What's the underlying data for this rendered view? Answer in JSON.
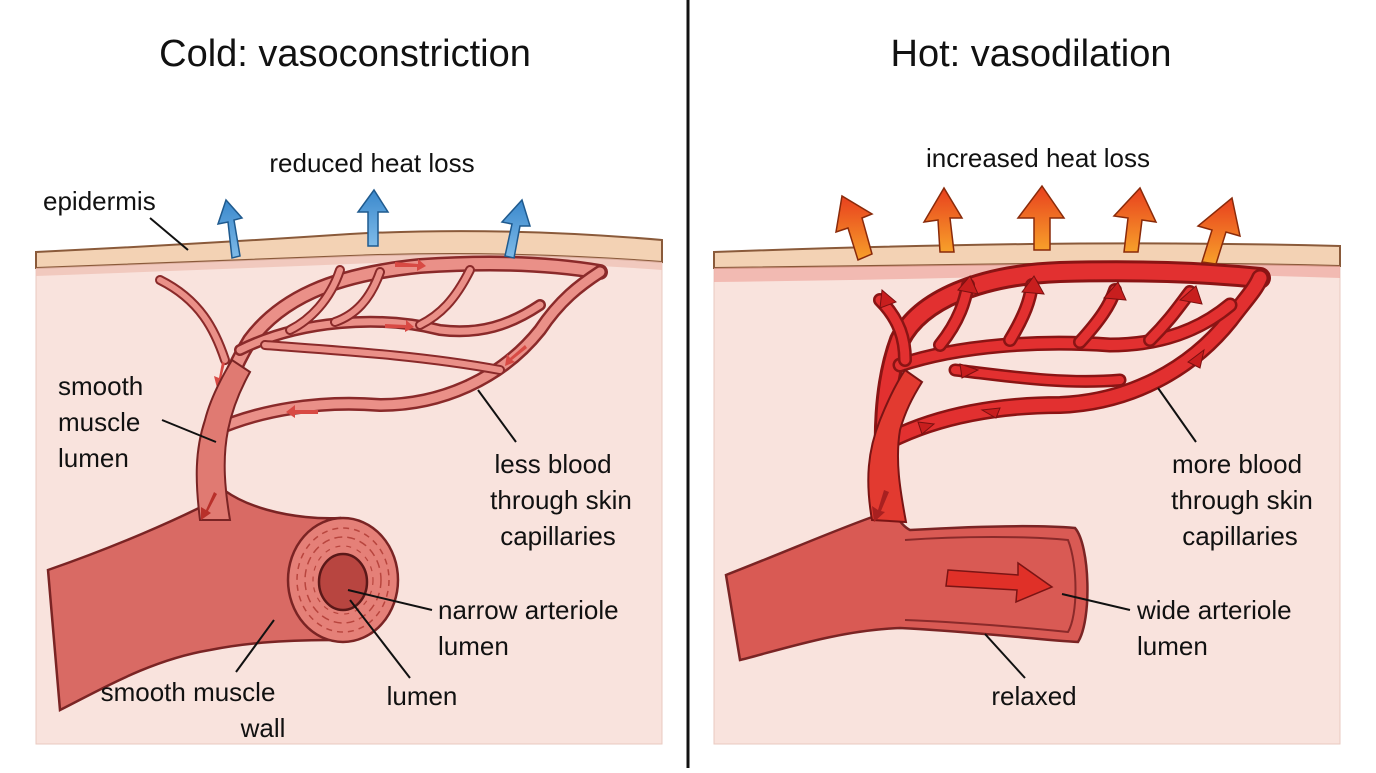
{
  "left_panel": {
    "title": "Cold: vasoconstriction",
    "labels": {
      "heat_loss": "reduced heat loss",
      "epidermis": "epidermis",
      "smooth_muscle_lumen": [
        "smooth",
        "muscle",
        "lumen"
      ],
      "less_blood": [
        "less blood",
        "through skin",
        "capillaries"
      ],
      "narrow_arteriole": [
        "narrow arteriole",
        "lumen"
      ],
      "smooth_muscle_wall": [
        "smooth muscle",
        "wall"
      ],
      "lumen": "lumen"
    }
  },
  "right_panel": {
    "title": "Hot: vasodilation",
    "labels": {
      "heat_loss": "increased heat loss",
      "more_blood": [
        "more blood",
        "through skin",
        "capillaries"
      ],
      "wide_arteriole": [
        "wide arteriole",
        "lumen"
      ],
      "relaxed": "relaxed"
    }
  },
  "colors": {
    "skin": "#f9e3dd",
    "epidermis": "#f3d2b4",
    "vessel_cold": "#e8827c",
    "vessel_hot": "#e23030",
    "arrow_cold": "#4a9ad8",
    "arrow_hot": "#f06a2a",
    "divider": "#111111"
  }
}
